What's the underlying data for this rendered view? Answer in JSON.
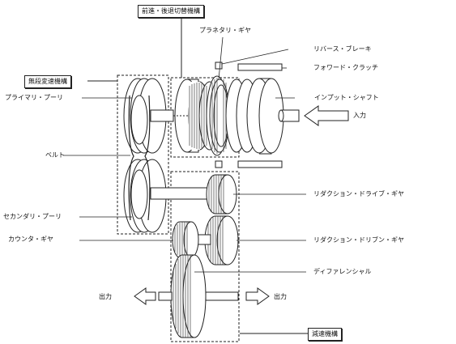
{
  "section_labels": {
    "forward_reverse": "前進・後退切替機構",
    "cvt": "無段変速機構",
    "reduction": "減速機構"
  },
  "labels": {
    "planetary_gear": "プラネタリ・ギヤ",
    "reverse_brake": "リバース・ブレーキ",
    "forward_clutch": "フォワード・クラッチ",
    "primary_pulley": "プライマリ・プーリ",
    "input_shaft": "インプット・シャフト",
    "input": "入力",
    "belt": "ベルト",
    "reduction_drive_gear": "リダクション・ドライブ・ギヤ",
    "secondary_pulley": "セカンダリ・プーリ",
    "counter_gear": "カウンタ・ギヤ",
    "reduction_driven_gear": "リダクション・ドリブン・ギヤ",
    "differential": "ディファレンシャル",
    "output_left": "出力",
    "output_right": "出力"
  },
  "colors": {
    "line": "#222222",
    "fill": "#ffffff"
  }
}
